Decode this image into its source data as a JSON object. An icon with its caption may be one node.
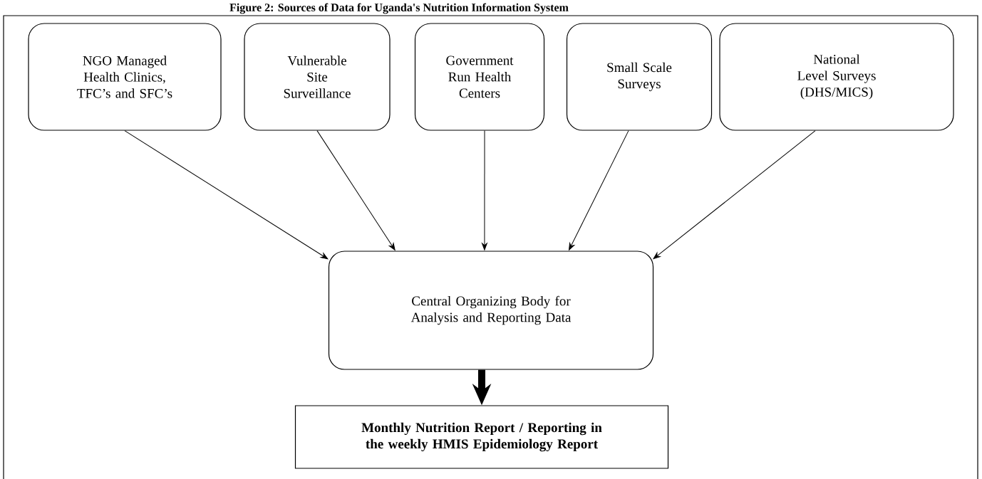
{
  "diagram": {
    "title": "Figure 2: Sources of Data for Uganda's Nutrition Information System",
    "nodes": [
      {
        "text": [
          "NGO Managed Health Clinics, TFC’s and SFC’s"
        ]
      },
      {
        "text": [
          "Vulnerable Site Surveillance"
        ]
      },
      {
        "text": [
          "Government Run Health Centers"
        ]
      },
      {
        "text": [
          "Small Scale Surveys"
        ]
      },
      {
        "text": [
          "National Level Surveys (DHS/MICS)"
        ]
      },
      {
        "text": [
          "Central Organizing Body for Analysis and Reporting Data"
        ]
      },
      {
        "text": [
          "Monthly Nutrition Report / Reporting in the weekly HMIS Epidemiology Report"
        ]
      }
    ],
    "edges": [
      {
        "from": 0,
        "to": 5,
        "arrow": "to"
      },
      {
        "from": 1,
        "to": 5,
        "arrow": "to"
      },
      {
        "from": 2,
        "to": 5,
        "arrow": "to"
      },
      {
        "from": 3,
        "to": 5,
        "arrow": "to"
      },
      {
        "from": 4,
        "to": 5,
        "arrow": "to"
      },
      {
        "from": 5,
        "to": 6,
        "arrow": "to",
        "style": "thick"
      }
    ]
  }
}
